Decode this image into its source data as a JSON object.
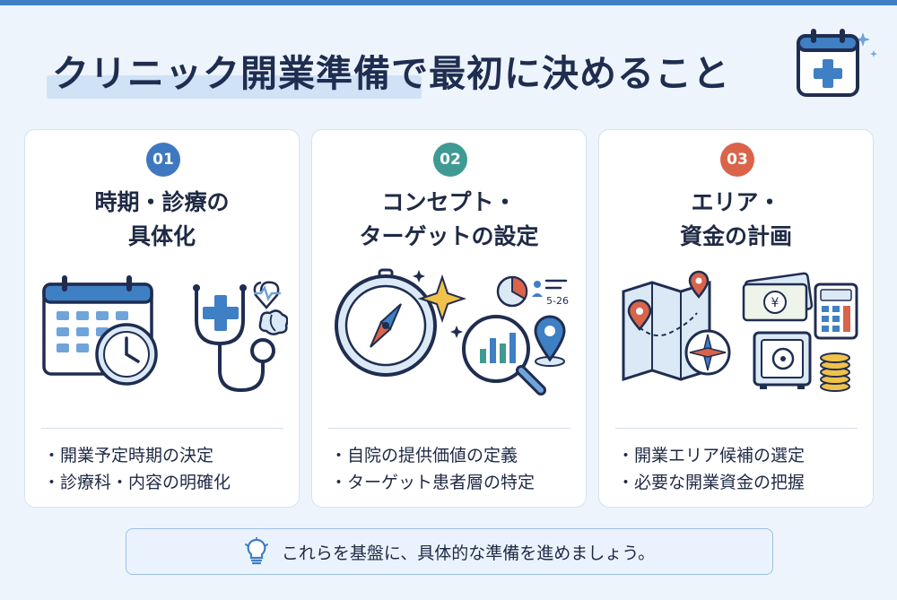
{
  "title": "クリニック開業準備で最初に決めること",
  "cards": [
    {
      "number": "01",
      "title": "時期・診療の\n具体化",
      "bullets": [
        "開業予定時期の決定",
        "診療科・内容の明確化"
      ],
      "badge_color": "#3f78c0"
    },
    {
      "number": "02",
      "title": "コンセプト・\nターゲットの設定",
      "bullets": [
        "自院の提供価値の定義",
        "ターゲット患者層の特定"
      ],
      "badge_color": "#3f9a93",
      "chart_label": "5-26"
    },
    {
      "number": "03",
      "title": "エリア・\n資金の計画",
      "bullets": [
        "開業エリア候補の選定",
        "必要な開業資金の把握"
      ],
      "badge_color": "#d9644a"
    }
  ],
  "footer": {
    "text": "これらを基盤に、具体的な準備を進めましょう。",
    "icon": "lightbulb-icon"
  },
  "colors": {
    "accent": "#3f7fc4",
    "navy": "#1f2d50",
    "highlight": "#cfe2f6",
    "background": "#edf4fb"
  },
  "icons": [
    "calendar-plus-icon",
    "calendar-clock-icon",
    "stethoscope-icon",
    "heartbeat-icon",
    "brain-icon",
    "compass-icon",
    "sparkle-icon",
    "magnifier-chart-icon",
    "pie-chart-icon",
    "location-pin-icon",
    "map-icon",
    "banknotes-icon",
    "calculator-icon",
    "safe-icon",
    "coins-icon"
  ]
}
